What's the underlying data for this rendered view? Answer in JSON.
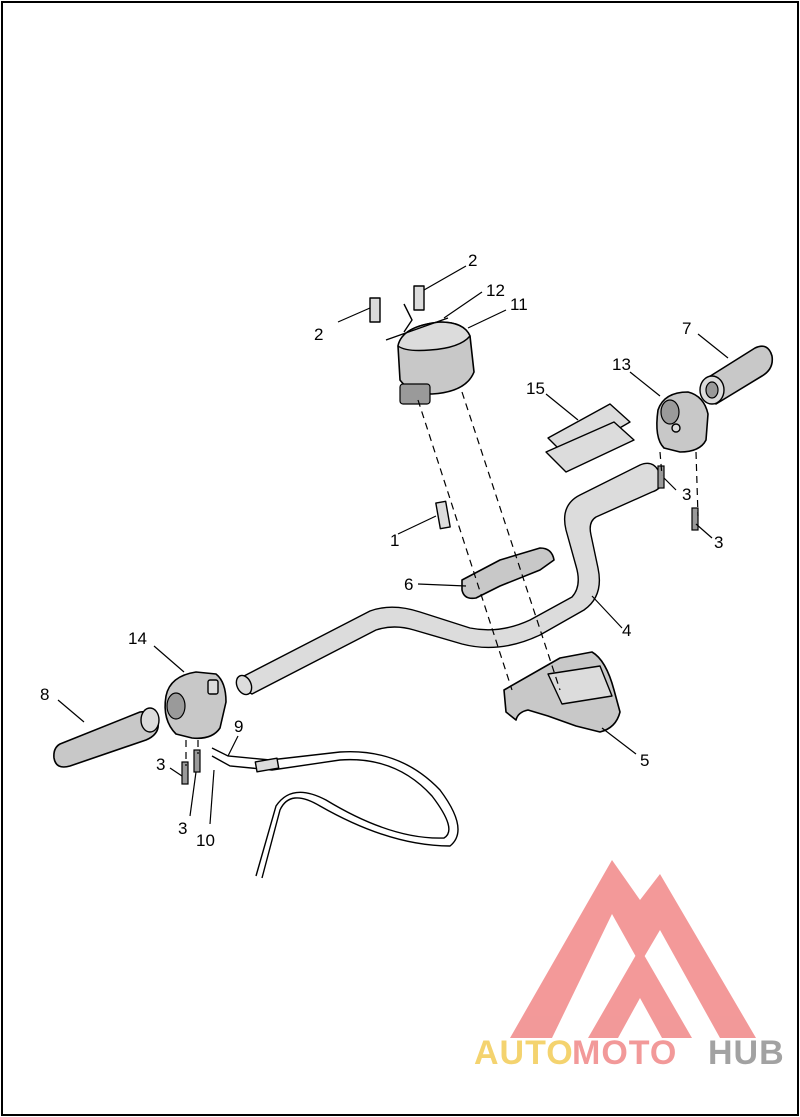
{
  "callouts": [
    {
      "id": "c1",
      "label": "1"
    },
    {
      "id": "c2a",
      "label": "2"
    },
    {
      "id": "c2b",
      "label": "2"
    },
    {
      "id": "c3a",
      "label": "3"
    },
    {
      "id": "c3b",
      "label": "3"
    },
    {
      "id": "c3c",
      "label": "3"
    },
    {
      "id": "c3d",
      "label": "3"
    },
    {
      "id": "c4",
      "label": "4"
    },
    {
      "id": "c5",
      "label": "5"
    },
    {
      "id": "c6",
      "label": "6"
    },
    {
      "id": "c7",
      "label": "7"
    },
    {
      "id": "c8",
      "label": "8"
    },
    {
      "id": "c9",
      "label": "9"
    },
    {
      "id": "c10",
      "label": "10"
    },
    {
      "id": "c11",
      "label": "11"
    },
    {
      "id": "c12",
      "label": "12"
    },
    {
      "id": "c13",
      "label": "13"
    },
    {
      "id": "c14",
      "label": "14"
    },
    {
      "id": "c15",
      "label": "15"
    }
  ],
  "watermark": {
    "word_auto": "AUTO",
    "word_moto": "MOTO",
    "word_hub": "HUB",
    "color_auto": "#f2c94c",
    "color_moto": "#f08080",
    "color_hub": "#8c8c8c",
    "emblem_color": "#f08080"
  }
}
